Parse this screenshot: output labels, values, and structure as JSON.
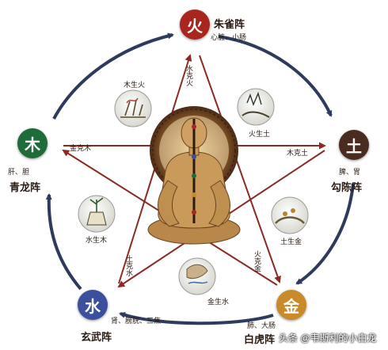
{
  "elements": {
    "fire": {
      "char": "火",
      "name": "朱雀阵",
      "organs": "心脏、小肠",
      "color": "#a8261d"
    },
    "earth": {
      "char": "土",
      "name": "勾陈阵",
      "organs": "脾、胃",
      "color": "#4a2b1f"
    },
    "metal": {
      "char": "金",
      "name": "白虎阵",
      "organs": "肺、大肠",
      "color": "#c98a2a"
    },
    "water": {
      "char": "水",
      "name": "玄武阵",
      "organs": "肾、膀胱、三焦",
      "color": "#3a4f9e"
    },
    "wood": {
      "char": "木",
      "name": "青龙阵",
      "organs": "肝、胆",
      "color": "#1f6b3a"
    }
  },
  "generating": {
    "wood_fire": "木生火",
    "fire_earth": "火生土",
    "earth_metal": "土生金",
    "metal_water": "金生水",
    "water_wood": "水生木"
  },
  "controlling": {
    "water_fire": "水克火",
    "wood_earth": "木克土",
    "fire_metal": "火克金",
    "earth_water": "土克水",
    "metal_wood": "金克木"
  },
  "watermark": "头条 @韦斯利的小白龙",
  "colors": {
    "cycle_arrow": "#2f3b5c",
    "control_arrow": "#8a2a22",
    "figure_skin": "#c99a5a",
    "halo": "#5a3a20"
  }
}
